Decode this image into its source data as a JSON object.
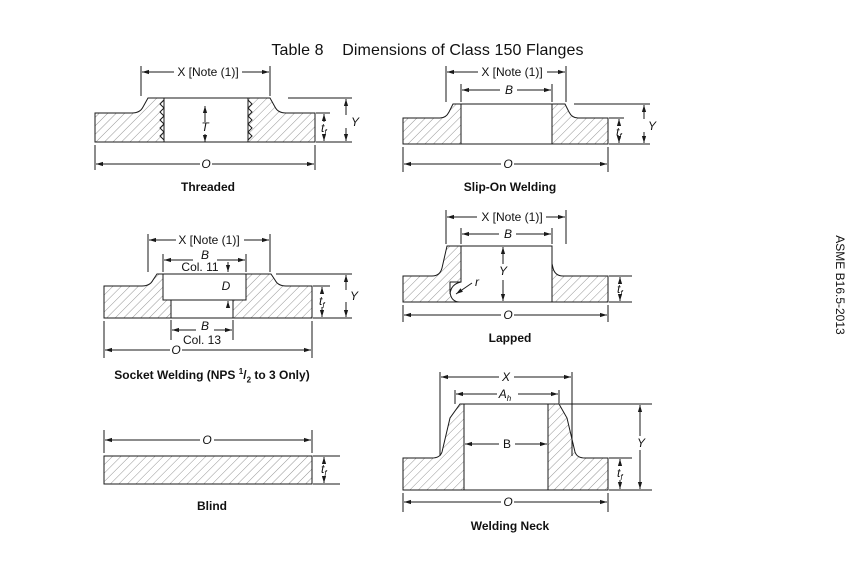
{
  "title": {
    "table": "Table 8",
    "heading": "Dimensions of Class 150 Flanges"
  },
  "side_note": "ASME B16.5-2013",
  "captions": {
    "threaded": "Threaded",
    "slip_on": "Slip-On Welding",
    "socket": "Socket Welding (NPS 1/2 to 3 Only)",
    "lapped": "Lapped",
    "blind": "Blind",
    "welding_neck": "Welding Neck"
  },
  "labels": {
    "x_note": "X [Note (1)]",
    "x": "X",
    "o": "O",
    "y": "Y",
    "tf": "t",
    "tf_sub": "f",
    "t_thread": "T",
    "b": "B",
    "d": "D",
    "r": "r",
    "ah": "A",
    "ah_sub": "h",
    "col11": "Col. 11",
    "col13": "Col. 13"
  },
  "colors": {
    "line": "#1a1a1a",
    "hatch": "#7a7a7a",
    "face": "#ffffff"
  }
}
